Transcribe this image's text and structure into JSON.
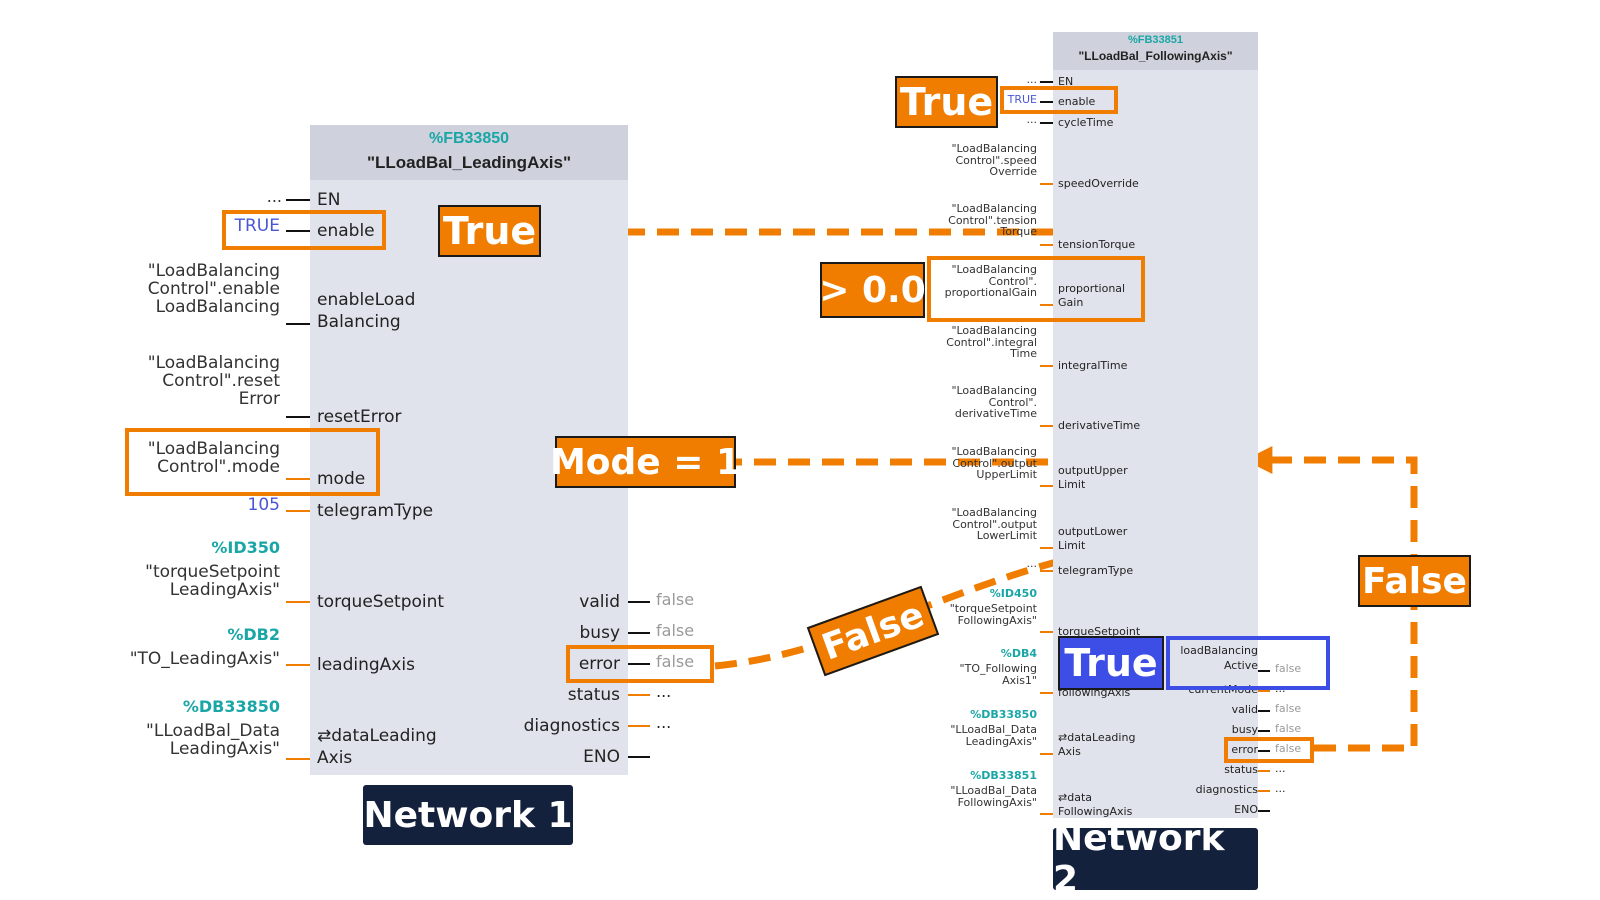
{
  "network1": {
    "label": "Network 1",
    "block_number": "%FB33850",
    "block_name": "\"LLoadBal_LeadingAxis\"",
    "inputs": [
      {
        "src": "...",
        "pin": "EN"
      },
      {
        "src": "TRUE",
        "pin": "enable"
      },
      {
        "src": "\"LoadBalancing\nControl\".enable\nLoadBalancing",
        "pin": "enableLoad\nBalancing"
      },
      {
        "src": "\"LoadBalancing\nControl\".reset\nError",
        "pin": "resetError"
      },
      {
        "src": "\"LoadBalancing\nControl\".mode",
        "pin": "mode"
      },
      {
        "src": "105",
        "pin": "telegramType"
      },
      {
        "addr": "%ID350",
        "src": "\"torqueSetpoint\nLeadingAxis\"",
        "pin": "torqueSetpoint"
      },
      {
        "addr": "%DB2",
        "src": "\"TO_LeadingAxis\"",
        "pin": "leadingAxis"
      },
      {
        "addr": "%DB33850",
        "src": "\"LLoadBal_Data\nLeadingAxis\"",
        "pin": "⇄dataLeading\nAxis"
      }
    ],
    "outputs": [
      {
        "pin": "valid",
        "value": "false"
      },
      {
        "pin": "busy",
        "value": "false"
      },
      {
        "pin": "error",
        "value": "false"
      },
      {
        "pin": "status",
        "value": "..."
      },
      {
        "pin": "diagnostics",
        "value": "..."
      },
      {
        "pin": "ENO",
        "value": ""
      }
    ]
  },
  "network2": {
    "label": "Network 2",
    "block_number": "%FB33851",
    "block_name": "\"LLoadBal_FollowingAxis\"",
    "inputs": [
      {
        "src": "...",
        "pin": "EN"
      },
      {
        "src": "TRUE",
        "pin": "enable"
      },
      {
        "src": "...",
        "pin": "cycleTime"
      },
      {
        "src": "\"LoadBalancing\nControl\".speed\nOverride",
        "pin": "speedOverride"
      },
      {
        "src": "\"LoadBalancing\nControl\".tension\nTorque",
        "pin": "tensionTorque"
      },
      {
        "src": "\"LoadBalancing\nControl\".\nproportionalGain",
        "pin": "proportional\nGain"
      },
      {
        "src": "\"LoadBalancing\nControl\".integral\nTime",
        "pin": "integralTime"
      },
      {
        "src": "\"LoadBalancing\nControl\".\nderivativeTime",
        "pin": "derivativeTime"
      },
      {
        "src": "\"LoadBalancing\nControl\".output\nUpperLimit",
        "pin": "outputUpper\nLimit"
      },
      {
        "src": "\"LoadBalancing\nControl\".output\nLowerLimit",
        "pin": "outputLower\nLimit"
      },
      {
        "src": "...",
        "pin": "telegramType"
      },
      {
        "addr": "%ID450",
        "src": "\"torqueSetpoint\nFollowingAxis\"",
        "pin": "torqueSetpoint"
      },
      {
        "addr": "%DB4",
        "src": "\"TO_Following\nAxis1\"",
        "pin": "followingAxis"
      },
      {
        "addr": "%DB33850",
        "src": "\"LLoadBal_Data\nLeadingAxis\"",
        "pin": "⇄dataLeading\nAxis"
      },
      {
        "addr": "%DB33851",
        "src": "\"LLoadBal_Data\nFollowingAxis\"",
        "pin": "⇄data\nFollowingAxis"
      }
    ],
    "outputs": [
      {
        "pin": "loadBalancing\nActive",
        "value": "false"
      },
      {
        "pin": "currentMode",
        "value": "..."
      },
      {
        "pin": "valid",
        "value": "false"
      },
      {
        "pin": "busy",
        "value": "false"
      },
      {
        "pin": "error",
        "value": "false"
      },
      {
        "pin": "status",
        "value": "..."
      },
      {
        "pin": "diagnostics",
        "value": "..."
      },
      {
        "pin": "ENO",
        "value": ""
      }
    ]
  },
  "annotations": {
    "true_enable_n1": "True",
    "true_enable_n2": "True",
    "gain": "> 0.0",
    "mode": "Mode = 1",
    "false_error_n1": "False",
    "false_error_n2": "False",
    "true_active": "True"
  },
  "colors": {
    "highlight": "#f07c00",
    "result_highlight": "#3d4ee6",
    "network_label_bg": "#14213d",
    "block_bg": "#e1e3ec",
    "block_header": "#cfd2dc",
    "address_text": "#1aa6a6"
  }
}
